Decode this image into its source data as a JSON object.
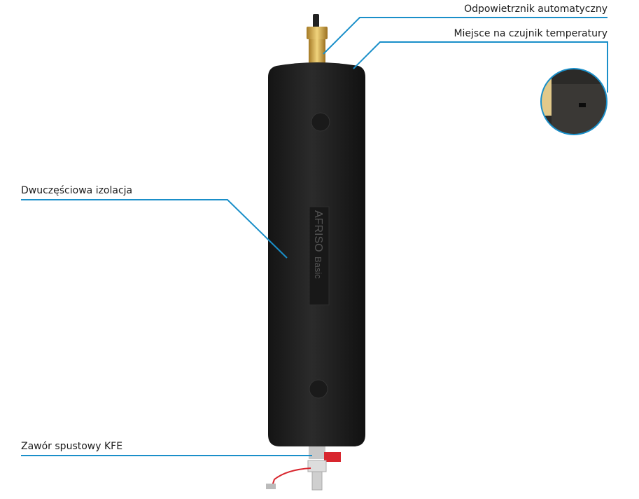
{
  "labels": {
    "air_vent": "Odpowietrznik automatyczny",
    "sensor_place": "Miejsce na czujnik temperatury",
    "insulation": "Dwuczęściowa izolacja",
    "drain_valve": "Zawór spustowy KFE"
  },
  "product": {
    "brand_mark": "AFRISO Basic"
  },
  "colors": {
    "leader_line": "#1a8fc9",
    "insulation": "#1e1e1e",
    "brass": "#c9a24a",
    "valve_handle": "#d8262e"
  }
}
